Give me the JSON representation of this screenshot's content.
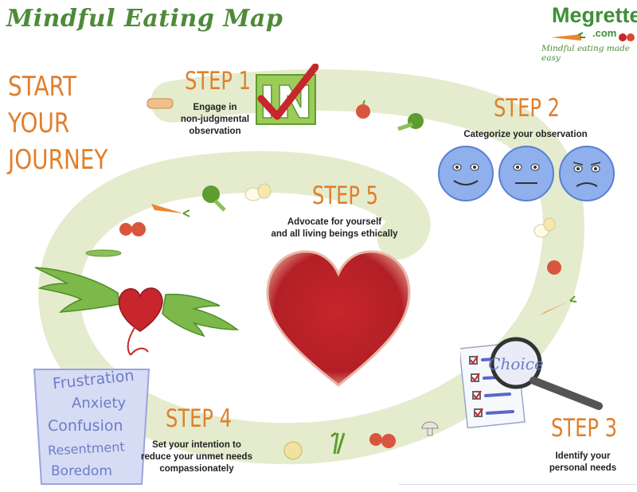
{
  "title": "Mindful Eating Map",
  "logo": {
    "name": "Megrette",
    "domain": ".com",
    "tagline": "Mindful eating made easy"
  },
  "start": "START YOUR JOURNEY",
  "steps": [
    {
      "title": "STEP 1",
      "desc_lines": [
        "Engage in",
        "non-judgmental",
        "observation"
      ]
    },
    {
      "title": "STEP 2",
      "desc_lines": [
        "Categorize your observation"
      ]
    },
    {
      "title": "STEP 3",
      "desc_lines": [
        "Identify your",
        "personal needs"
      ]
    },
    {
      "title": "STEP 4",
      "desc_lines": [
        "Set your intention to",
        "reduce your unmet needs",
        "compassionately"
      ]
    },
    {
      "title": "STEP 5",
      "desc_lines": [
        "Advocate for yourself",
        "and all living beings ethically"
      ]
    }
  ],
  "checkbox_letters": "IN",
  "choice_word": "Choice",
  "jar_words": [
    "Frustration",
    "Anxiety",
    "Confusion",
    "Resentment",
    "Boredom"
  ],
  "colors": {
    "title_green": "#4f8a3a",
    "step_orange": "#e07f2c",
    "spiral_green": "#e4eccd",
    "heart_red": "#c7262c",
    "face_blue": "#7fa3e6",
    "wing_green": "#7cb84a",
    "jar_blue": "#c9d0f2"
  },
  "icons": [
    "checkmark-icon",
    "happy-face-icon",
    "neutral-face-icon",
    "sad-face-icon",
    "heart-icon",
    "winged-heart-icon",
    "magnifying-glass-icon",
    "checklist-icon",
    "jar-icon",
    "apple-icon",
    "broccoli-icon",
    "carrot-icon",
    "egg-icon",
    "tomato-icon",
    "peapod-icon",
    "mushroom-icon",
    "onion-icon",
    "leek-icon",
    "bread-icon"
  ]
}
